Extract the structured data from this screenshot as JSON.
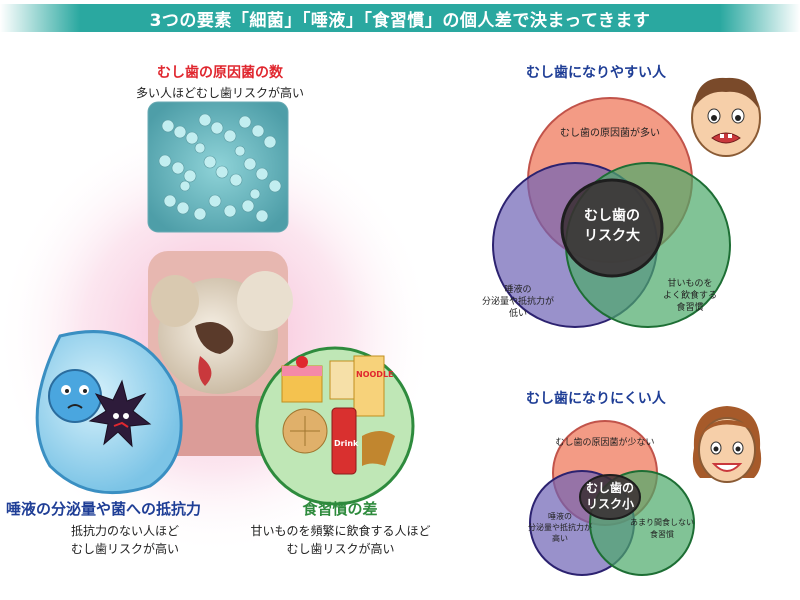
{
  "header": {
    "title": "3つの要素「細菌」「唾液」「食習慣」の個人差で決まってきます"
  },
  "bacteria": {
    "title": "むし歯の原因菌の数",
    "desc": "多い人ほどむし歯リスクが高い"
  },
  "saliva": {
    "title": "唾液の分泌量や菌への抵抗力",
    "desc1": "抵抗力のない人ほど",
    "desc2": "むし歯リスクが高い"
  },
  "diet": {
    "title": "食習慣の差",
    "desc1": "甘いものを頻繁に飲食する人ほど",
    "desc2": "むし歯リスクが高い",
    "noodle_text": "NOODLE",
    "drink_text": "Drink"
  },
  "venn_high": {
    "title": "むし歯になりやすい人",
    "top_label": "むし歯の原因菌が多い",
    "left_lines": [
      "唾液の",
      "分泌量や抵抗力が",
      "低い"
    ],
    "right_lines": [
      "甘いものを",
      "よく飲食する",
      "食習慣"
    ],
    "center_lines": [
      "むし歯の",
      "リスク大"
    ]
  },
  "venn_low": {
    "title": "むし歯になりにくい人",
    "top_label": "むし歯の原因菌が少ない",
    "left_lines": [
      "唾液の",
      "分泌量や抵抗力が",
      "高い"
    ],
    "right_lines": [
      "あまり間食しない",
      "食習慣"
    ],
    "center_lines": [
      "むし歯の",
      "リスク小"
    ]
  },
  "colors": {
    "banner": "#2aa8a0",
    "red": "#e0272f",
    "blue": "#1f3e96",
    "green": "#2e8b3d",
    "venn_top": "#ef7a5c",
    "venn_left": "#6e62b5",
    "venn_right": "#4caa6a"
  }
}
